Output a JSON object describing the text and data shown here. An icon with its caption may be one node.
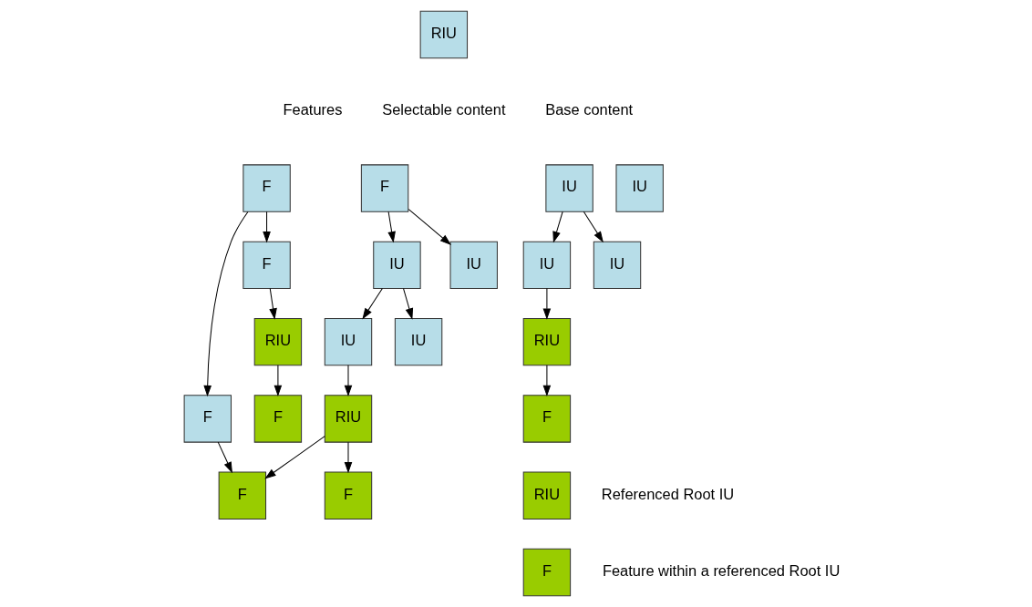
{
  "diagram": {
    "nodes": [
      {
        "text": [
          "RIU"
        ]
      },
      {
        "text": [
          "F"
        ]
      },
      {
        "text": [
          "F"
        ]
      },
      {
        "text": [
          "F"
        ]
      },
      {
        "text": [
          "F"
        ]
      },
      {
        "text": [
          "IU"
        ]
      },
      {
        "text": [
          "IU"
        ]
      },
      {
        "text": [
          "RIU"
        ]
      },
      {
        "text": [
          "IU"
        ]
      },
      {
        "text": [
          "IU"
        ]
      },
      {
        "text": [
          "F"
        ]
      },
      {
        "text": [
          "RIU"
        ]
      },
      {
        "text": [
          "F"
        ]
      },
      {
        "text": [
          "F"
        ]
      },
      {
        "text": [
          "IU"
        ]
      },
      {
        "text": [
          "IU"
        ]
      },
      {
        "text": [
          "IU"
        ]
      },
      {
        "text": [
          "IU"
        ]
      },
      {
        "text": [
          "RIU"
        ]
      },
      {
        "text": [
          "F"
        ]
      },
      {
        "text": [
          "RIU"
        ],
        "beside": [
          "Referenced Root IU"
        ]
      },
      {
        "text": [
          "F"
        ],
        "beside": [
          "Feature within a referenced Root IU"
        ]
      }
    ],
    "edges": [
      {
        "from": 1,
        "to": 3,
        "arrow": "to"
      },
      {
        "from": 1,
        "to": 4,
        "arrow": "to"
      },
      {
        "from": 2,
        "to": 5,
        "arrow": "to"
      },
      {
        "from": 2,
        "to": 6,
        "arrow": "to"
      },
      {
        "from": 3,
        "to": 7,
        "arrow": "to"
      },
      {
        "from": 4,
        "to": 12,
        "arrow": "to"
      },
      {
        "from": 6,
        "to": 8,
        "arrow": "to"
      },
      {
        "from": 6,
        "to": 9,
        "arrow": "to"
      },
      {
        "from": 7,
        "to": 10,
        "arrow": "to"
      },
      {
        "from": 8,
        "to": 11,
        "arrow": "to"
      },
      {
        "from": 11,
        "to": 12,
        "arrow": "to"
      },
      {
        "from": 11,
        "to": 13,
        "arrow": "to"
      },
      {
        "from": 14,
        "to": 16,
        "arrow": "to"
      },
      {
        "from": 14,
        "to": 17,
        "arrow": "to"
      },
      {
        "from": 16,
        "to": 18,
        "arrow": "to"
      },
      {
        "from": 18,
        "to": 19,
        "arrow": "to"
      }
    ],
    "labels": [
      "Features",
      "Selectable content",
      "Base content"
    ]
  }
}
